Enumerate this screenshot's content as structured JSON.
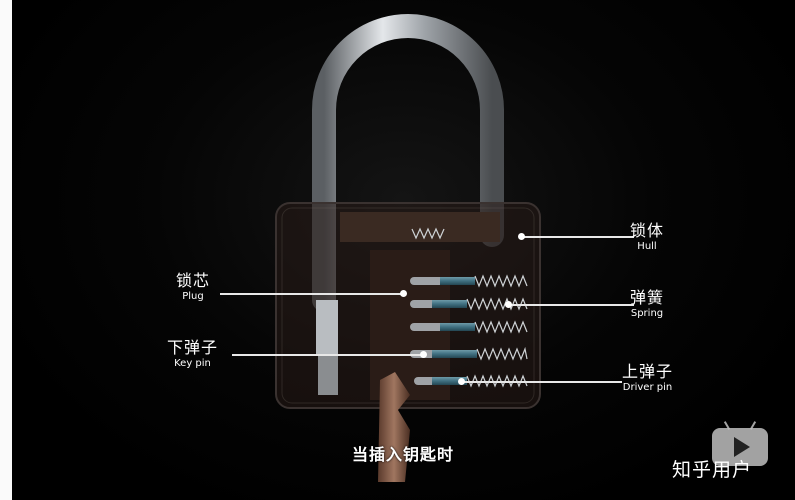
{
  "labels": {
    "hull": {
      "zh": "锁体",
      "en": "Hull"
    },
    "spring": {
      "zh": "弹簧",
      "en": "Spring"
    },
    "driver_pin": {
      "zh": "上弹子",
      "en": "Driver pin"
    },
    "plug": {
      "zh": "锁芯",
      "en": "Plug"
    },
    "key_pin": {
      "zh": "下弹子",
      "en": "Key pin"
    }
  },
  "caption": "当插入钥匙时",
  "watermark": "知乎用户",
  "colors": {
    "background": "#000000",
    "label": "#ffffff",
    "pin_blue": "#3f6f80",
    "shackle": "#c8ccd0"
  }
}
